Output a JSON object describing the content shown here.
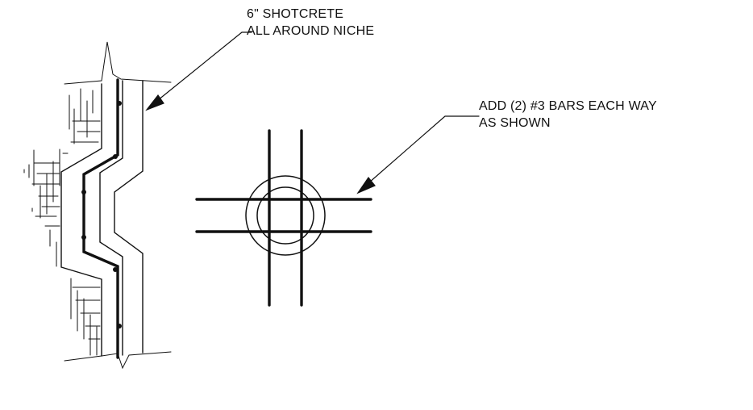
{
  "notes": {
    "shotcrete": {
      "line1": "6\" SHOTCRETE",
      "line2": "ALL AROUND NICHE"
    },
    "bars": {
      "line1": "ADD (2) #3 BARS EACH WAY",
      "line2": "AS SHOWN"
    }
  },
  "colors": {
    "linework": "#111111",
    "background": "#ffffff"
  }
}
